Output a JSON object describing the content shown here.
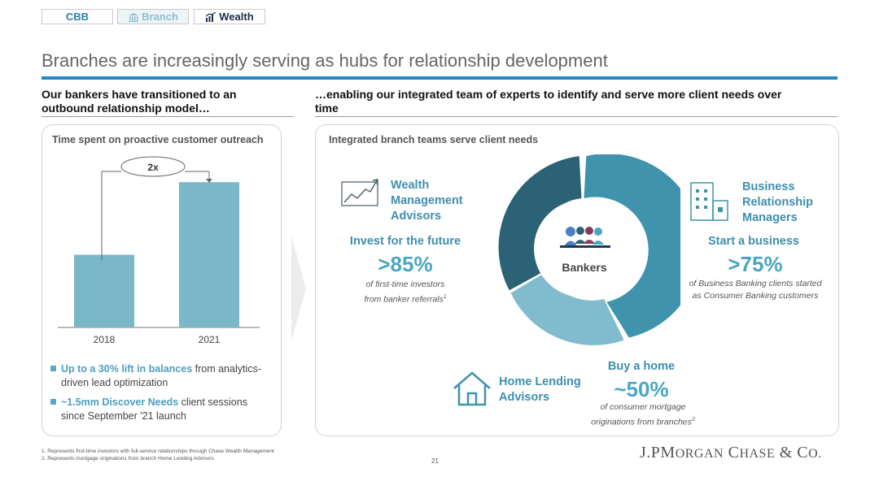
{
  "tabs": [
    {
      "label": "CBB"
    },
    {
      "label": "Branch",
      "icon": "bank-icon"
    },
    {
      "label": "Wealth",
      "icon": "chart-icon"
    }
  ],
  "title": "Branches are increasingly serving as hubs for relationship development",
  "left": {
    "subhead_1": "Our bankers have transitioned to an",
    "subhead_2": "outbound relationship model…",
    "panel_label": "Time spent on proactive customer outreach",
    "multiplier": "2x",
    "bullets": [
      {
        "highlight": "Up to a 30% lift in balances",
        "rest_1": " from analytics-",
        "rest_2": "driven lead optimization"
      },
      {
        "highlight": "~1.5mm Discover Needs",
        "rest_1": " client sessions",
        "rest_2": "since September '21 launch"
      }
    ]
  },
  "chart_data": {
    "type": "bar",
    "title": "Time spent on proactive customer outreach",
    "categories": [
      "2018",
      "2021"
    ],
    "values": [
      1,
      2
    ],
    "annotation": "2x",
    "ylim": [
      0,
      2.2
    ],
    "grid": false,
    "color": "#7ab7c9"
  },
  "right": {
    "subhead_1": "…enabling our integrated team of experts to identify and serve more client needs over",
    "subhead_2": "time",
    "panel_label": "Integrated branch teams serve client needs",
    "center_label": "Bankers",
    "wealth": {
      "name_1": "Wealth",
      "name_2": "Management",
      "name_3": "Advisors",
      "tagline": "Invest for the future",
      "stat": ">85%",
      "note_1": "of first-time investors",
      "note_2": "from banker referrals",
      "note_sup": "1"
    },
    "business": {
      "name_1": "Business",
      "name_2": "Relationship",
      "name_3": "Managers",
      "tagline": "Start a business",
      "stat": ">75%",
      "note_1": "of Business Banking clients started",
      "note_2": "as Consumer Banking customers"
    },
    "home": {
      "name_1": "Home Lending",
      "name_2": "Advisors",
      "tagline": "Buy a home",
      "stat": "~50%",
      "note_1": "of consumer mortgage",
      "note_2": "originations from branches",
      "note_sup": "2"
    }
  },
  "colors": {
    "dark_teal": "#2b6275",
    "mid_teal": "#3f93ac",
    "light_teal": "#80bccd",
    "accent_blue": "#2c86c6"
  },
  "footnotes": [
    "1. Represents first-time investors with full-service relationships through Chase Wealth Management",
    "2. Represents mortgage originations from branch Home Lending Advisors"
  ],
  "page_number": "21",
  "logo": "JPMorgan Chase & Co."
}
